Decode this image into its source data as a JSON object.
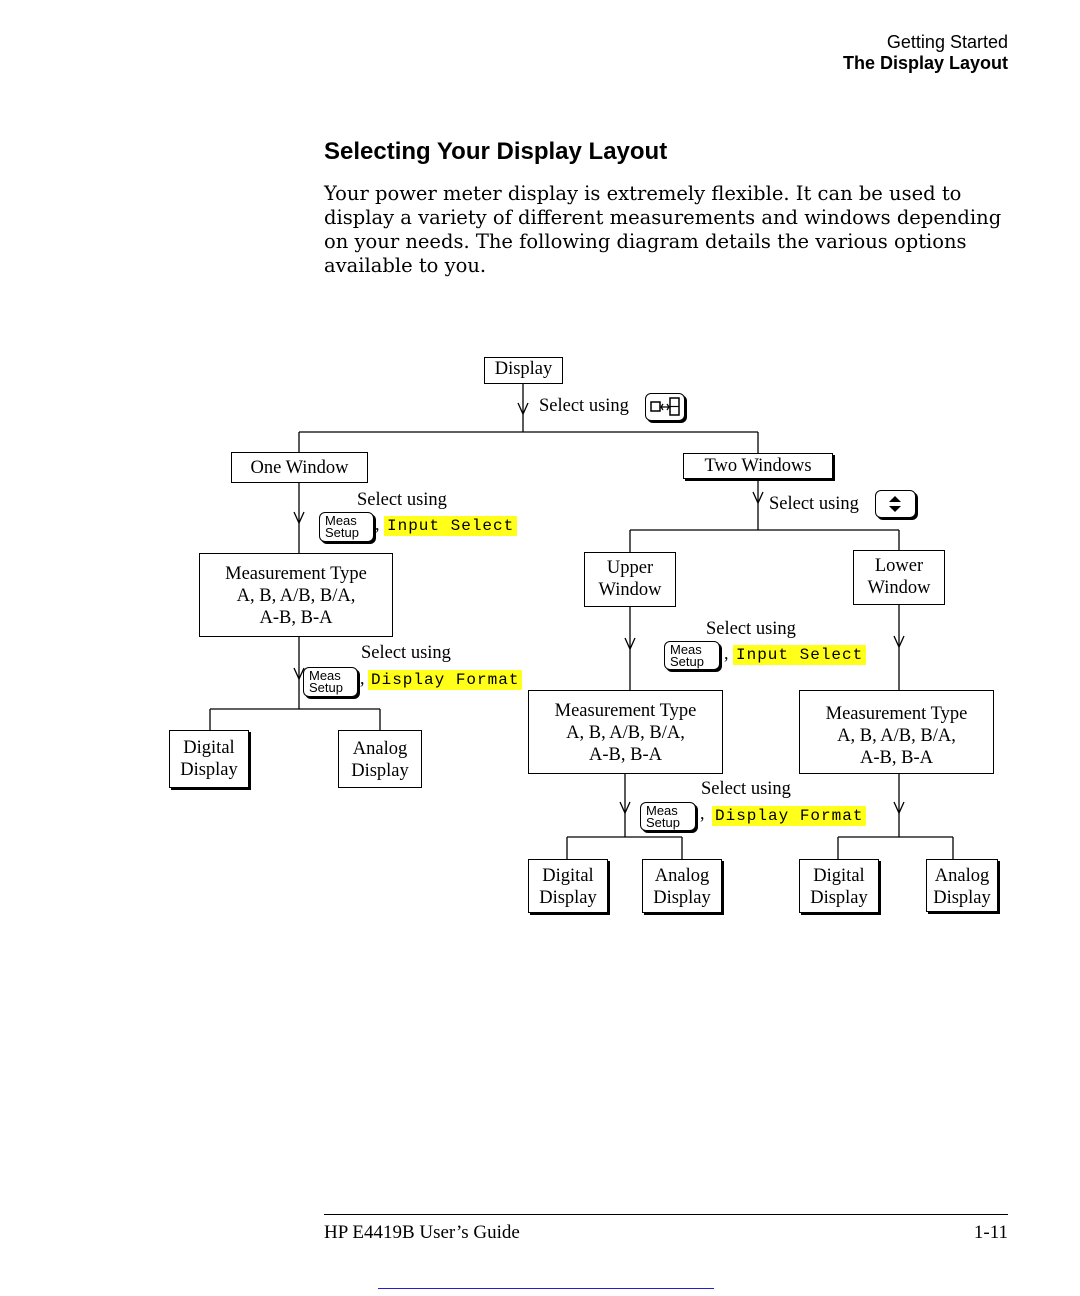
{
  "header": {
    "section": "Getting Started",
    "subsection": "The Display Layout"
  },
  "title": "Selecting Your Display Layout",
  "intro": "Your power meter display is extremely flexible. It can be used to display a variety of different measurements and windows depending on your needs. The following diagram details the various options available to you.",
  "diagram": {
    "display": "Display",
    "select_using": "Select using",
    "one_window": "One Window",
    "two_windows": "Two Windows",
    "meas_setup_key": [
      "Meas",
      "Setup"
    ],
    "input_select": "Input Select",
    "display_format": "Display Format",
    "comma": ",",
    "measurement_type": [
      "Measurement Type",
      "A, B, A/B, B/A,",
      "A-B, B-A"
    ],
    "upper_window": [
      "Upper",
      "Window"
    ],
    "lower_window": [
      "Lower",
      "Window"
    ],
    "digital_display": [
      "Digital",
      "Display"
    ],
    "analog_display": [
      "Analog",
      "Display"
    ],
    "icons": {
      "window_key": "window-toggle-key-icon",
      "up_down_key": "up-down-arrow-key-icon"
    },
    "highlight_color": "#ffff1a"
  },
  "footer": {
    "guide": "HP E4419B User’s Guide",
    "page": "1-11"
  }
}
